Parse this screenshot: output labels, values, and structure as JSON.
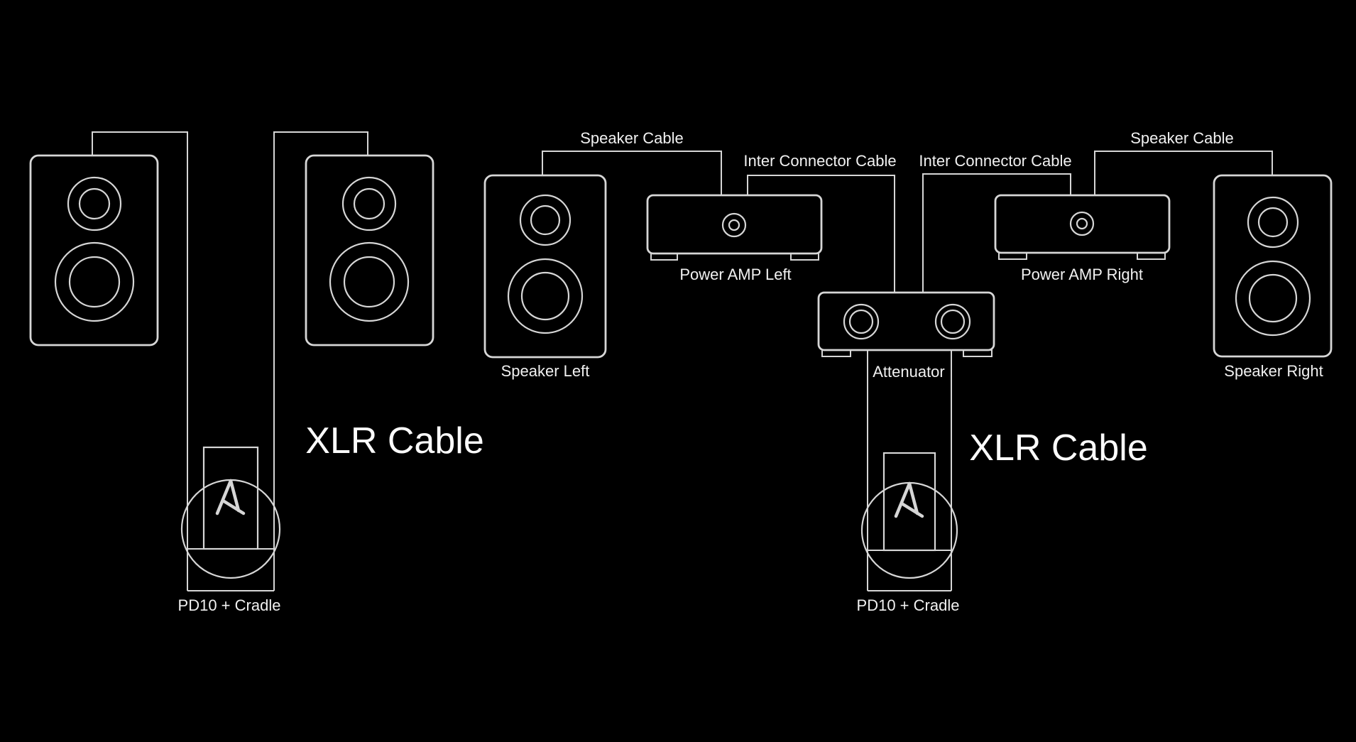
{
  "theme": {
    "background": "#000000",
    "line_color": "#d6d6d6",
    "label_color": "#f1f1f1",
    "heading_color": "#fbfbfb"
  },
  "left_setup": {
    "xlr_cable_label": "XLR Cable",
    "pd10_cradle_label": "PD10 + Cradle",
    "player_logo_icon": "astell-kern-a-icon"
  },
  "right_setup": {
    "speaker_cable_left_label": "Speaker Cable",
    "inter_connector_cable_left_label": "Inter Connector Cable",
    "inter_connector_cable_right_label": "Inter Connector Cable",
    "speaker_cable_right_label": "Speaker Cable",
    "power_amp_left_label": "Power AMP Left",
    "power_amp_right_label": "Power AMP Right",
    "attenuator_label": "Attenuator",
    "speaker_left_label": "Speaker Left",
    "speaker_right_label": "Speaker Right",
    "xlr_cable_label": "XLR Cable",
    "pd10_cradle_label": "PD10 + Cradle",
    "player_logo_icon": "astell-kern-a-icon"
  }
}
